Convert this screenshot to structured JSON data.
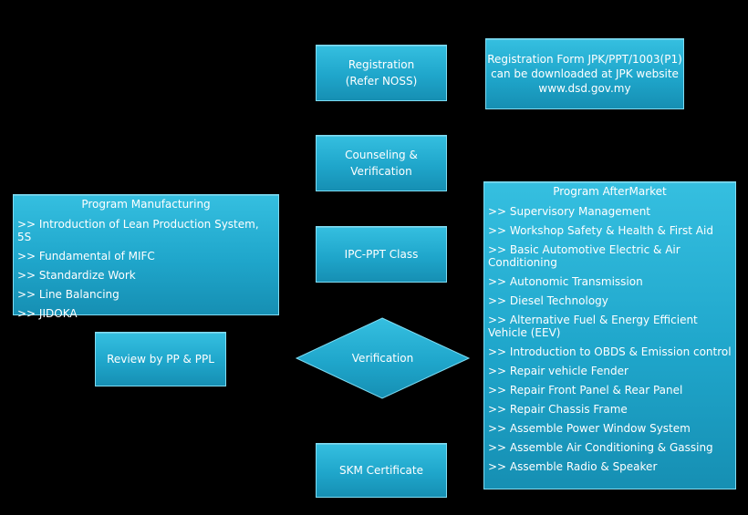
{
  "registration": {
    "line1": "Registration",
    "line2": "(Refer NOSS)"
  },
  "registration_note": {
    "line1": "Registration Form JPK/PPT/1003(P1)",
    "line2": "can be downloaded at  JPK website",
    "line3": "www.dsd.gov.my"
  },
  "counseling": {
    "line1": "Counseling &",
    "line2": "Verification"
  },
  "ipc_class": {
    "label": "IPC-PPT Class"
  },
  "verification": {
    "label": "Verification"
  },
  "review": {
    "label": "Review by PP & PPL"
  },
  "skm": {
    "label": "SKM Certificate"
  },
  "program_manufacturing": {
    "title": "Program Manufacturing",
    "items": [
      ">> Introduction of Lean Production System, 5S",
      ">> Fundamental of MIFC",
      ">> Standardize Work",
      ">> Line Balancing",
      ">> JIDOKA"
    ]
  },
  "program_aftermarket": {
    "title": "Program AfterMarket",
    "items": [
      ">> Supervisory Management",
      ">> Workshop Safety & Health & First Aid",
      ">> Basic Automotive Electric & Air Conditioning",
      ">> Autonomic Transmission",
      ">> Diesel Technology",
      ">> Alternative Fuel & Energy Efficient Vehicle (EEV)",
      ">> Introduction to OBDS & Emission control",
      ">> Repair vehicle Fender",
      ">> Repair Front Panel & Rear Panel",
      ">> Repair Chassis Frame",
      ">> Assemble Power Window System",
      ">> Assemble Air Conditioning & Gassing",
      ">> Assemble Radio & Speaker"
    ]
  },
  "colors": {
    "box_fill": "#1fa6cb",
    "box_border": "#7fdcf3",
    "arrow": "#000000",
    "background": "#000000"
  }
}
